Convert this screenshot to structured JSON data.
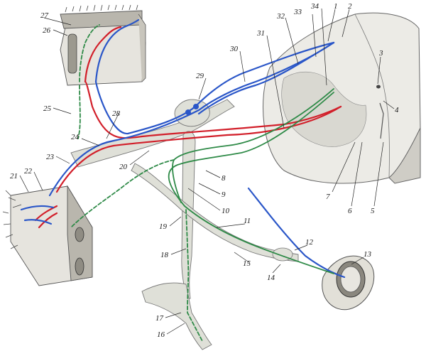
{
  "labels": [
    "1",
    "2",
    "3",
    "4",
    "5",
    "6",
    "7",
    "8",
    "9",
    "10",
    "11",
    "12",
    "13",
    "14",
    "15",
    "16",
    "17",
    "18",
    "19",
    "20",
    "21",
    "22",
    "23",
    "24",
    "25",
    "26",
    "27",
    "28",
    "29",
    "30",
    "31",
    "32",
    "33",
    "34"
  ],
  "colors": {
    "motor": "#d21f2a",
    "sensory": "#2a56c8",
    "autonomic": "#2e8a47"
  }
}
